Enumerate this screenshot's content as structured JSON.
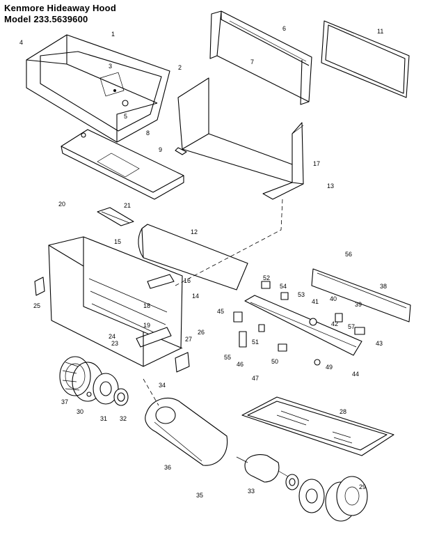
{
  "title": {
    "line1": "Kenmore Hideaway Hood",
    "line2": "Model 233.5639600"
  },
  "labels": [
    "1",
    "2",
    "3",
    "4",
    "5",
    "6",
    "7",
    "8",
    "9",
    "11",
    "12",
    "13",
    "14",
    "15",
    "16",
    "17",
    "18",
    "19",
    "20",
    "21",
    "23",
    "24",
    "25",
    "26",
    "27",
    "28",
    "29",
    "30",
    "31",
    "32",
    "33",
    "34",
    "35",
    "36",
    "37",
    "38",
    "39",
    "40",
    "41",
    "42",
    "43",
    "44",
    "45",
    "46",
    "47",
    "49",
    "50",
    "51",
    "52",
    "53",
    "54",
    "55",
    "56",
    "57"
  ]
}
